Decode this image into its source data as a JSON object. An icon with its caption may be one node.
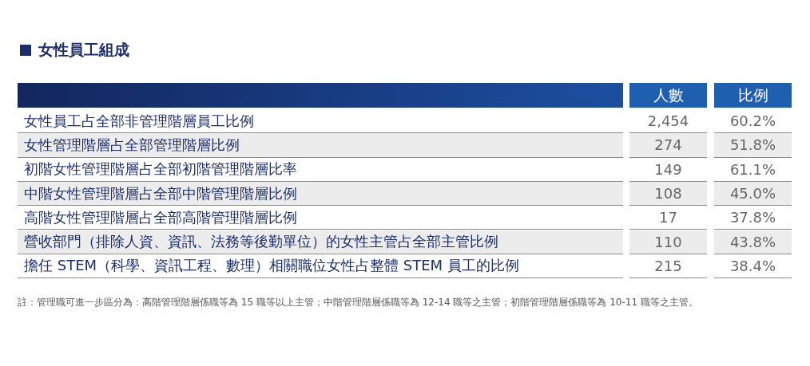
{
  "diagram": {
    "title": "女性員工組成",
    "labels": [
      "人數",
      "比例",
      "女性員工占全部非管理階層員工比例",
      "2,454",
      "60.2%",
      "女性管理階層占全部管理階層比例",
      "274",
      "51.8%",
      "初階女性管理階層占全部初階管理階層比率",
      "149",
      "61.1%",
      "中階女性管理階層占全部中階管理階層比例",
      "108",
      "45.0%",
      "高階女性管理階層占全部高階管理階層比例",
      "17",
      "37.8%",
      "營收部門（排除人資、資訊、法務等後勤單位）的女性主管占全部主管比例",
      "110",
      "43.8%",
      "擔任 STEM（科學、資訊工程、數理）相關職位女性占整體 STEM 員工的比例",
      "215",
      "38.4%",
      "註：管理職可進一步區分為：高階管理階層係職等為 15 職等以上主管；中階管理階層係職等為 12-14 職等之主管；初階管理階層係職等為 10-11 職等之主管。"
    ]
  }
}
